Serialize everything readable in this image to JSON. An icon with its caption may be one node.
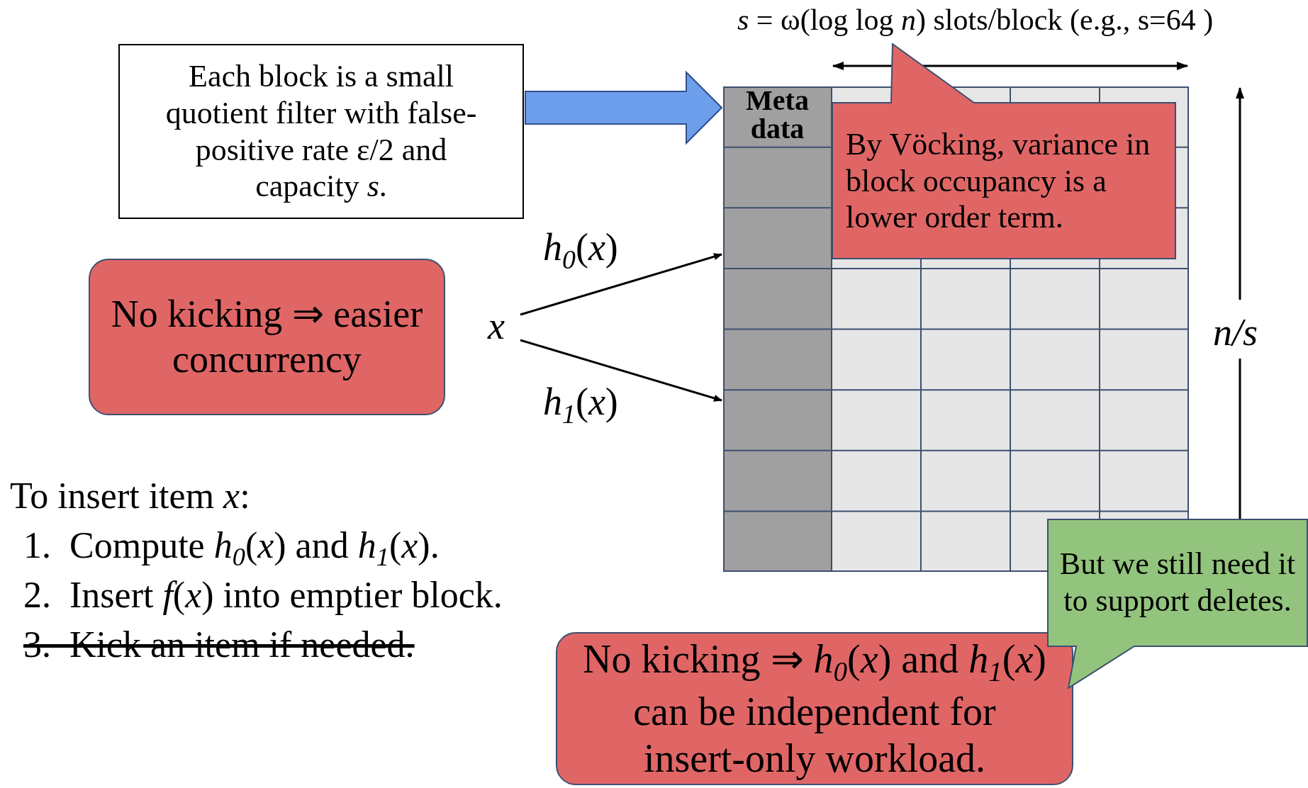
{
  "diagram": {
    "nodes": [
      {
        "text": [
          "Each block is a small quotient filter with false-positive rate ε/2 and capacity *s*."
        ]
      },
      {
        "text": [
          "Meta data"
        ]
      },
      {
        "text": [
          "By Vöcking, variance in block occupancy is a lower order term."
        ]
      },
      {
        "text": [
          "No kicking ⇒ easier concurrency"
        ]
      },
      {
        "text": [
          "*x*"
        ]
      },
      {
        "text": [
          "But we still need it to support deletes."
        ]
      },
      {
        "text": [
          "No kicking ⇒ *h*$_{0}$(*x*) and *h*$_{1}$(*x*) can be independent for insert-only workload."
        ]
      }
    ],
    "edges": [
      {
        "from": 0,
        "to": 1,
        "arrow": "to",
        "style": "thick",
        "color": "#6d9eeb"
      },
      {
        "from": 4,
        "to": 1,
        "arrow": "to",
        "label": "*h*$_{0}$(*x*)"
      },
      {
        "from": 4,
        "to": 1,
        "arrow": "to",
        "label": "*h*$_{1}$(*x*)"
      }
    ],
    "labels": [
      "*s* = ω(log log *n*) slots/block (e.g., s=64 )",
      "n/s",
      "To insert item *x*:",
      "1.  Compute *h*$_{0}$(*x*) and *h*$_{1}$(*x*).",
      "2.  Insert *f*(*x*) into emptier block.",
      "3.  Kick an item if needed."
    ]
  }
}
